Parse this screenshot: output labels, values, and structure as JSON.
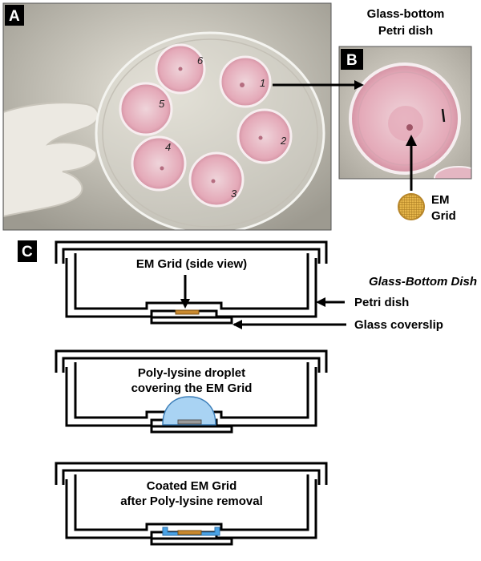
{
  "panels": {
    "a": {
      "letter": "A"
    },
    "b": {
      "letter": "B",
      "title_line1": "Glass-bottom",
      "title_line2": "Petri dish"
    },
    "c": {
      "letter": "C"
    }
  },
  "dish_numbers": [
    "6",
    "1",
    "5",
    "2",
    "4",
    "3"
  ],
  "grid_label": {
    "line1": "EM",
    "line2": "Grid"
  },
  "diagram1": {
    "caption": "EM Grid (side view)",
    "dish_title": "Glass-Bottom Dish",
    "petri_label": "Petri dish",
    "coverslip_label": "Glass coverslip"
  },
  "diagram2": {
    "line1": "Poly-lysine droplet",
    "line2": "covering the EM Grid"
  },
  "diagram3": {
    "line1": "Coated EM Grid",
    "line2": "after Poly-lysine removal"
  },
  "colors": {
    "grid_orange": "#c9892e",
    "droplet_blue": "#a9d3f3",
    "coat_blue": "#4aa3e6",
    "dish_pink": "#e7b8c4"
  }
}
